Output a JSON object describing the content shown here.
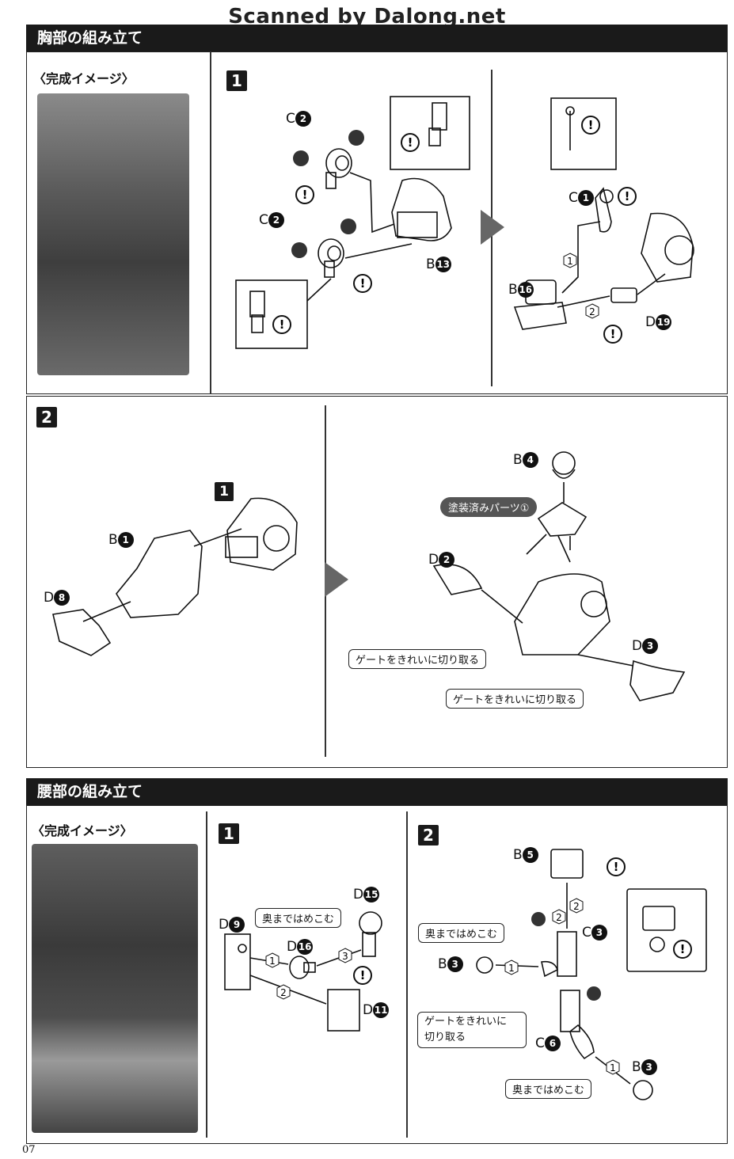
{
  "watermark": "Scanned by Dalong.net",
  "chest": {
    "title": "胸部の組み立て",
    "image_title": "〈完成イメージ〉",
    "step1": {
      "number": "1",
      "left": {
        "labels": [
          {
            "prefix": "C",
            "num": "2"
          },
          {
            "prefix": "C",
            "num": "2"
          },
          {
            "prefix": "B",
            "num": "13"
          }
        ]
      },
      "right": {
        "labels": [
          {
            "prefix": "C",
            "num": "1"
          },
          {
            "prefix": "B",
            "num": "16"
          },
          {
            "prefix": "D",
            "num": "19"
          }
        ],
        "order": [
          "1",
          "2"
        ]
      }
    },
    "step2": {
      "number": "2",
      "ref_step": "1",
      "left": {
        "labels": [
          {
            "prefix": "B",
            "num": "1"
          },
          {
            "prefix": "D",
            "num": "8"
          }
        ]
      },
      "right": {
        "painted_parts": "塗装済みパーツ①",
        "labels": [
          {
            "prefix": "B",
            "num": "4"
          },
          {
            "prefix": "D",
            "num": "2"
          },
          {
            "prefix": "D",
            "num": "3"
          }
        ],
        "callout1": "ゲートをきれいに切り取る",
        "callout2": "ゲートをきれいに切り取る"
      }
    }
  },
  "waist": {
    "title": "腰部の組み立て",
    "image_title": "〈完成イメージ〉",
    "step1": {
      "number": "1",
      "callout": "奥まではめこむ",
      "labels": [
        {
          "prefix": "D",
          "num": "9"
        },
        {
          "prefix": "D",
          "num": "16"
        },
        {
          "prefix": "D",
          "num": "15"
        },
        {
          "prefix": "D",
          "num": "11"
        }
      ],
      "order": [
        "1",
        "2",
        "3"
      ]
    },
    "step2": {
      "number": "2",
      "callout1": "奥まではめこむ",
      "callout2_line1": "ゲートをきれいに",
      "callout2_line2": "切り取る",
      "callout3": "奥まではめこむ",
      "labels": [
        {
          "prefix": "B",
          "num": "5"
        },
        {
          "prefix": "C",
          "num": "3"
        },
        {
          "prefix": "B",
          "num": "3"
        },
        {
          "prefix": "C",
          "num": "6"
        },
        {
          "prefix": "B",
          "num": "3"
        }
      ],
      "order": [
        "1",
        "2",
        "2",
        "1"
      ]
    }
  },
  "page_number": "07"
}
